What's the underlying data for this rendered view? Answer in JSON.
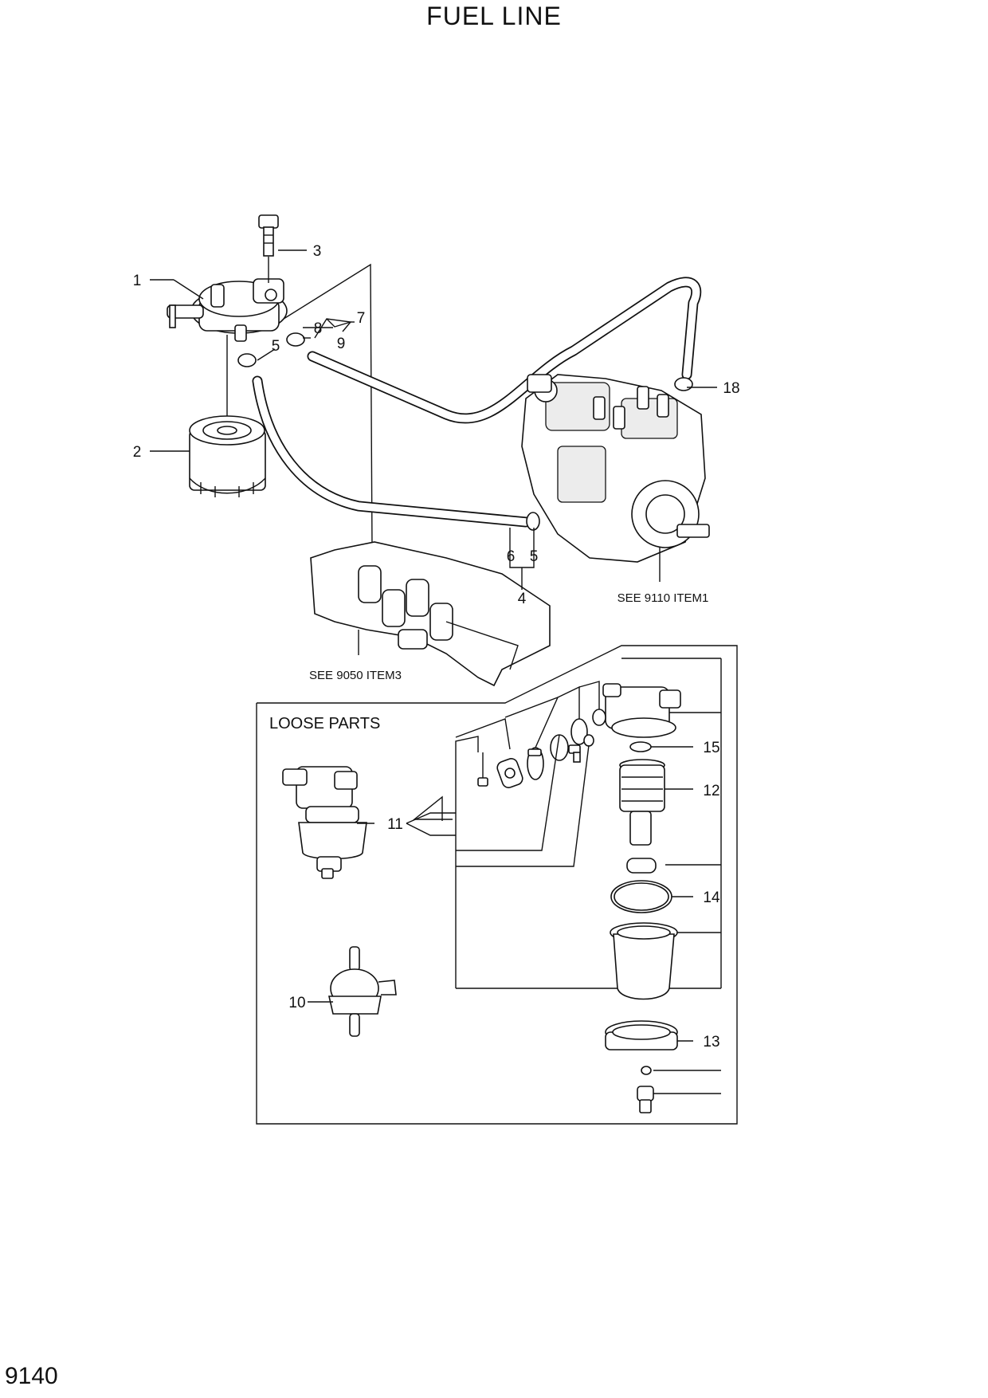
{
  "title": "FUEL LINE",
  "page_number": "9140",
  "loose_parts_label": "LOOSE PARTS",
  "references": {
    "injection_pump": "SEE 9110 ITEM1",
    "manifold": "SEE 9050 ITEM3"
  },
  "callouts": {
    "c1": "1",
    "c2": "2",
    "c3": "3",
    "c4": "4",
    "c5a": "5",
    "c5b": "5",
    "c6": "6",
    "c7": "7",
    "c8": "8",
    "c9": "9",
    "c10": "10",
    "c11": "11",
    "c12": "12",
    "c13": "13",
    "c14": "14",
    "c15": "15",
    "c18": "18"
  },
  "icons": {
    "fuel_filter_head": "filter-head-icon",
    "fuel_filter_cartridge": "filter-cartridge-icon",
    "bolt": "bolt-icon",
    "hose_clamp": "clamp-icon",
    "fuel_hose": "hose-icon",
    "injection_pump": "injection-pump-icon",
    "intake_manifold": "manifold-icon",
    "fuel_strainer": "strainer-icon",
    "inline_fuel_filter": "inline-filter-icon",
    "element": "element-icon",
    "o_ring": "o-ring-icon",
    "bowl": "bowl-icon",
    "ring_nut": "ring-nut-icon",
    "drain_plug": "drain-plug-icon"
  }
}
